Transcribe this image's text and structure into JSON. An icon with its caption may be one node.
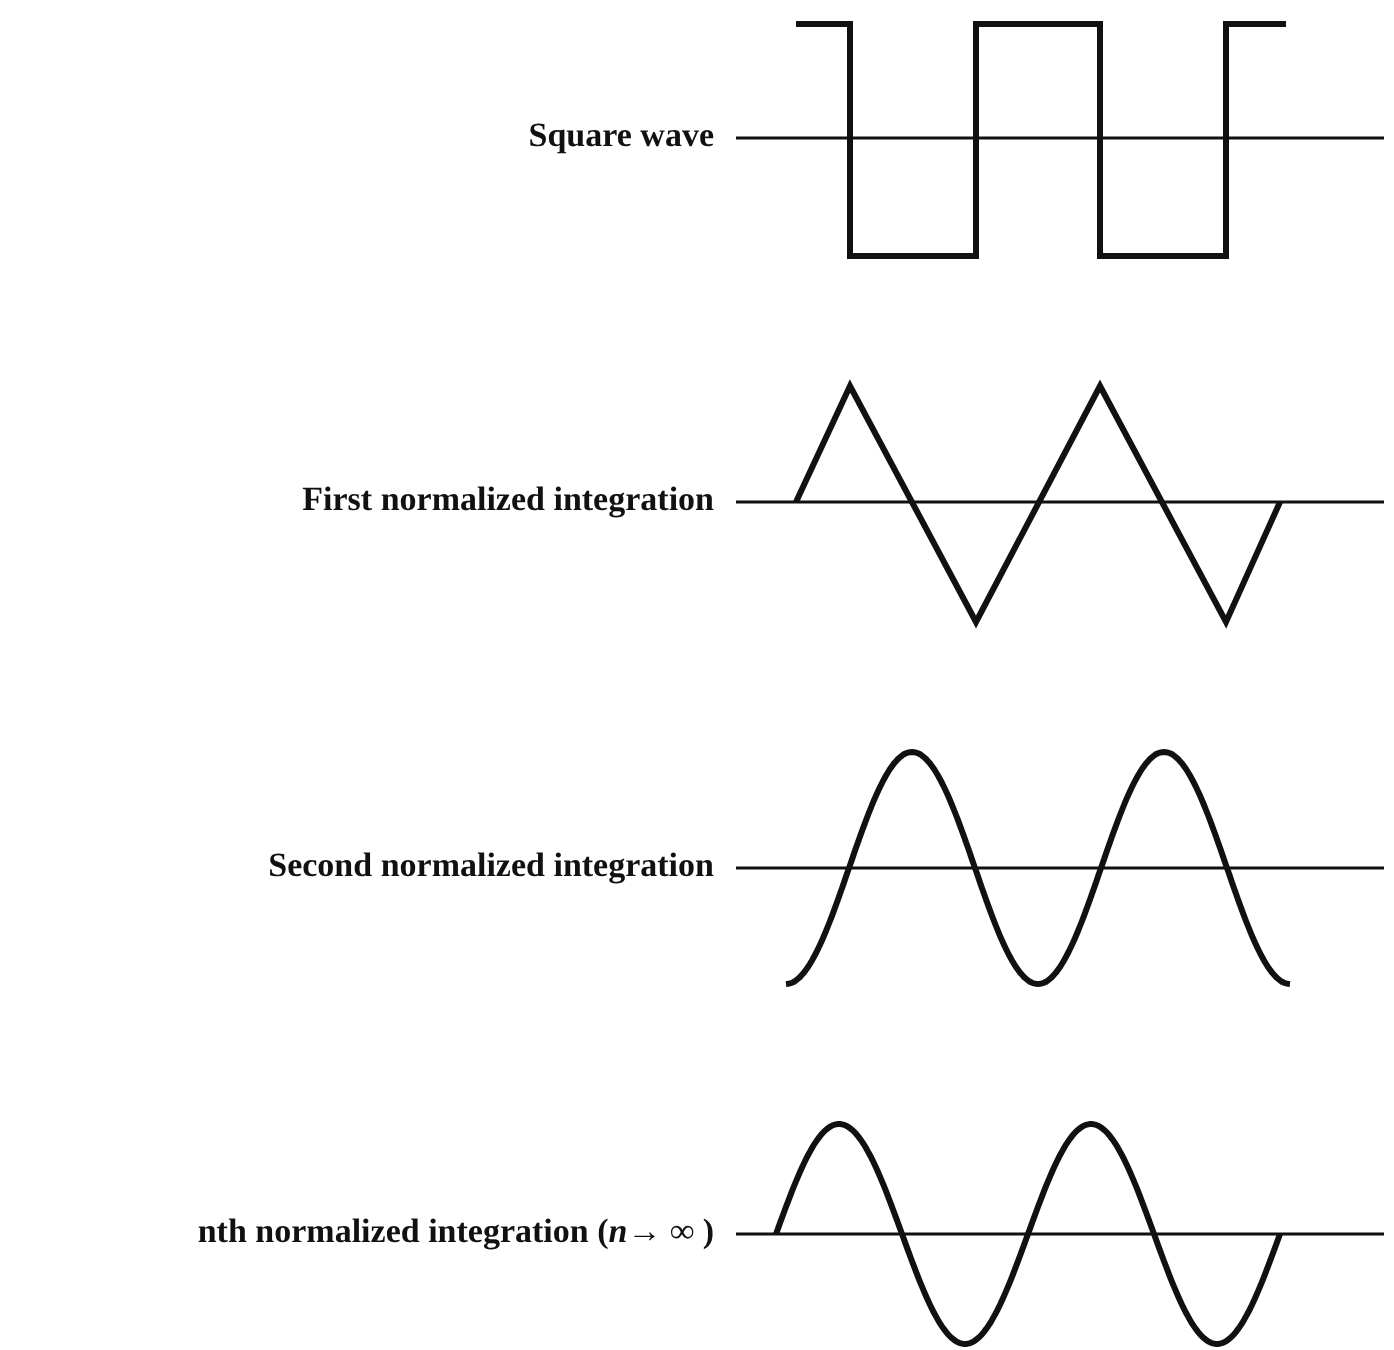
{
  "diagram": {
    "labels": [
      "Square wave",
      "First normalized integration",
      "Second normalized integration",
      "nth normalized integration (*n*→ ∞ )"
    ]
  }
}
